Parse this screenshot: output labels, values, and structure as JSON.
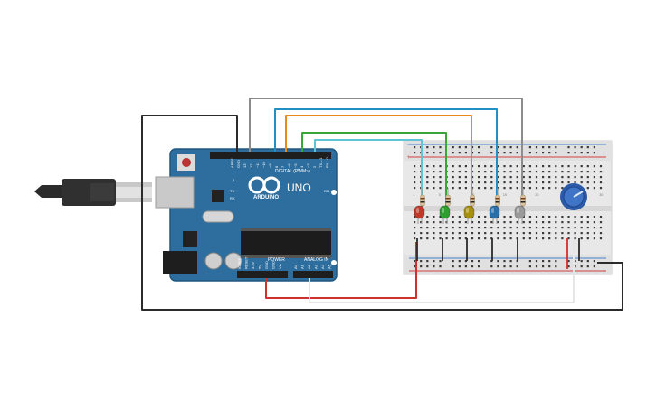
{
  "board": {
    "brand": "ARDUINO",
    "model": "UNO",
    "digital_label": "DIGITAL (PWM~)",
    "power_label": "POWER",
    "analog_label": "ANALOG IN",
    "on_label": "ON",
    "l_label": "L",
    "tx_label": "TX",
    "rx_label": "RX",
    "digital_pins": [
      "AREF",
      "GND",
      "13",
      "12",
      "~11",
      "~10",
      "~9",
      "8",
      "7",
      "~6",
      "~5",
      "4",
      "~3",
      "2",
      "TX→1",
      "RX←0"
    ],
    "power_pins": [
      "IOREF",
      "RESET",
      "3.3V",
      "5V",
      "GND",
      "GND",
      "Vin"
    ],
    "analog_pins": [
      "A0",
      "A1",
      "A2",
      "A3",
      "A4",
      "A5"
    ]
  },
  "breadboard": {
    "row_numbers": [
      "1",
      "5",
      "10",
      "15",
      "20",
      "25",
      "30"
    ],
    "rail_plus": "+",
    "rail_minus": "-"
  },
  "components": {
    "leds": [
      {
        "color": "#c0392b",
        "name": "red"
      },
      {
        "color": "#2e9e2e",
        "name": "green"
      },
      {
        "color": "#a8900f",
        "name": "yellow"
      },
      {
        "color": "#2a6fa8",
        "name": "blue"
      },
      {
        "color": "#9a9a9a",
        "name": "white"
      }
    ],
    "potentiometer_color": "#2a5aa8"
  },
  "wire_colors": {
    "gray": "#8c8c8c",
    "blue": "#1f8fc4",
    "orange": "#e8891c",
    "green": "#3aa63a",
    "cyan": "#5ec4d6",
    "black": "#2b2b2b",
    "red": "#d03030",
    "white": "#e6e6e6"
  }
}
